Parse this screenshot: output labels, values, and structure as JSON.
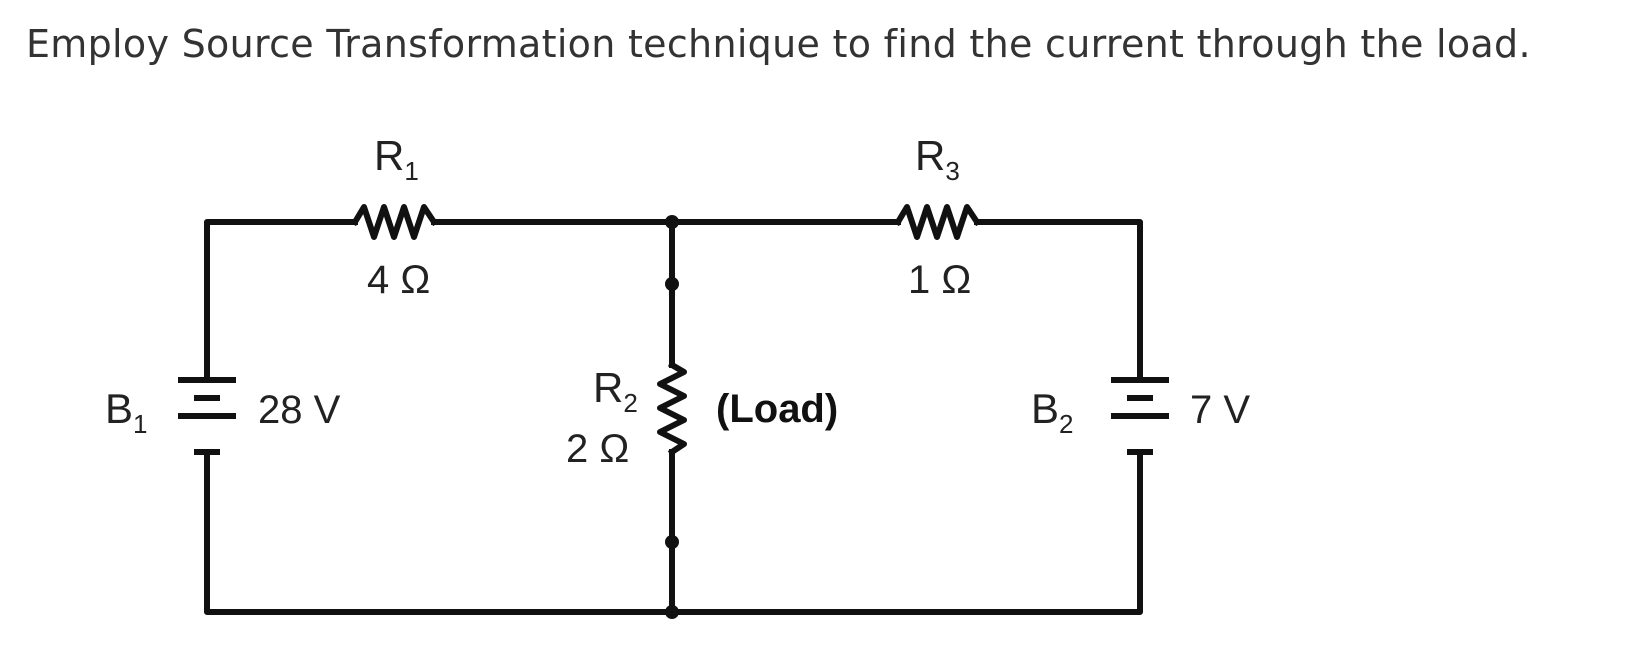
{
  "question": "Employ Source Transformation technique to find the current through the load.",
  "circuit": {
    "r1": {
      "name": "R",
      "sub": "1",
      "value": "4 Ω"
    },
    "r2": {
      "name": "R",
      "sub": "2",
      "value": "2 Ω",
      "note": "(Load)"
    },
    "r3": {
      "name": "R",
      "sub": "3",
      "value": "1 Ω"
    },
    "b1": {
      "name": "B",
      "sub": "1",
      "value": "28 V"
    },
    "b2": {
      "name": "B",
      "sub": "2",
      "value": "7 V"
    }
  },
  "colors": {
    "wire": "#111111",
    "text": "#333333"
  }
}
